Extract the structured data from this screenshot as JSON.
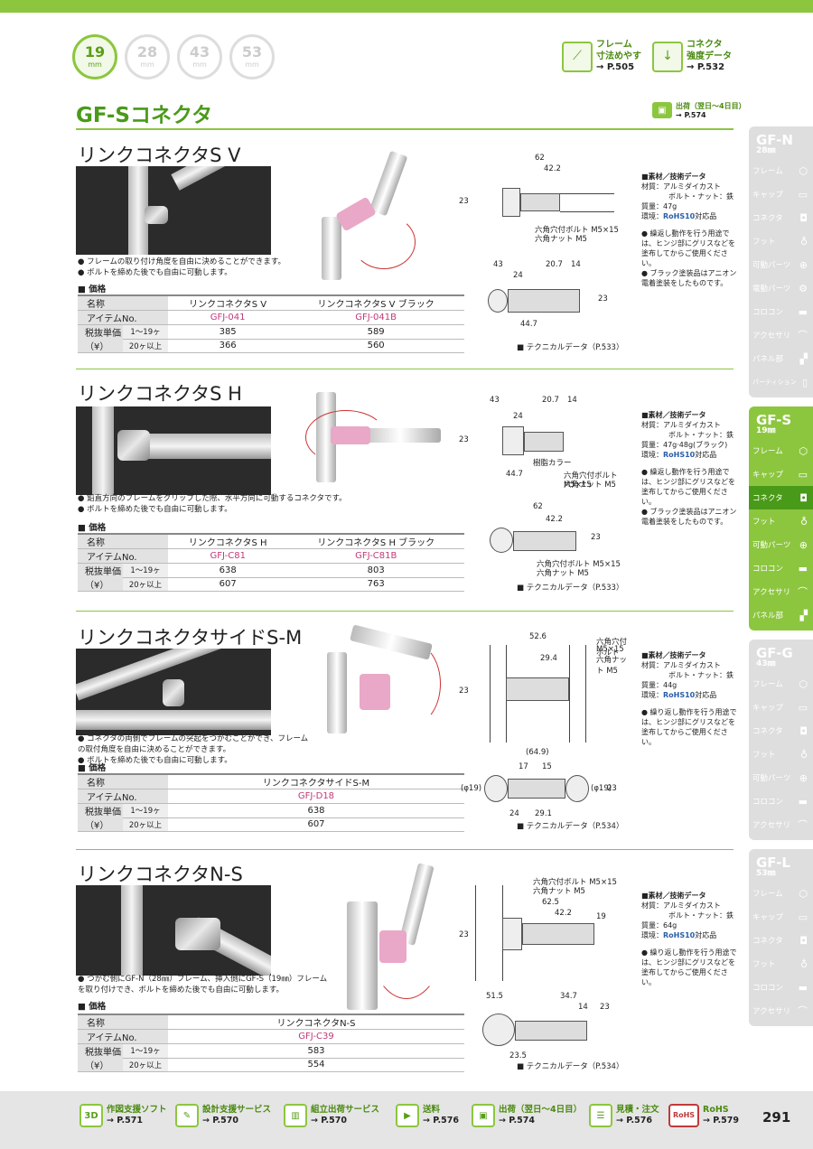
{
  "sizes": [
    {
      "num": "19",
      "unit": "mm"
    },
    {
      "num": "28",
      "unit": "mm"
    },
    {
      "num": "43",
      "unit": "mm"
    },
    {
      "num": "53",
      "unit": "mm"
    }
  ],
  "refs": {
    "frame_cut": {
      "l1": "フレーム",
      "l2": "寸法めやす",
      "page": "→ P.505"
    },
    "strength": {
      "l1": "コネクタ",
      "l2": "強度データ",
      "page": "→ P.532"
    }
  },
  "series_title": "GF-Sコネクタ",
  "ship_top": {
    "label": "出荷（翌日〜4日目）",
    "page": "→ P.574"
  },
  "common": {
    "price_heading": "■ 価格",
    "col_name": "名称",
    "col_item": "アイテムNo.",
    "col_price1": "税抜単価",
    "col_price2": "（¥）",
    "qty1": "1〜19ヶ",
    "qty2": "20ヶ以上",
    "spec_heading": "■素材／技術データ",
    "mat_label": "材質：アルミダイカスト",
    "mat_sub": "ボルト・ナット：鉄",
    "env_label": "環境：",
    "rohs": "RoHS10",
    "rohs_suffix": "対応品",
    "bolt": "六角穴付ボルト M5×15",
    "nut": "六角ナット M5"
  },
  "products": [
    {
      "name": "リンクコネクタS V",
      "features": [
        "フレームの取り付け角度を自由に決めることができます。",
        "ボルトを締めた後でも自由に可動します。"
      ],
      "cols": [
        "リンクコネクタS V",
        "リンクコネクタS V ブラック"
      ],
      "codes": [
        "GFJ-041",
        "GFJ-041B"
      ],
      "p1": [
        "385",
        "589"
      ],
      "p2": [
        "366",
        "560"
      ],
      "weight": "質量：47g",
      "notes": [
        "繰返し動作を行う用途では、ヒンジ部にグリスなどを塗布してからご使用ください。",
        "ブラック塗装品はアニオン電着塗装をしたものです。"
      ],
      "tech": "■ テクニカルデータ（P.533）",
      "dims": {
        "a": "62",
        "b": "42.2",
        "c": "23",
        "d": "43",
        "e": "24",
        "f": "20.7",
        "g": "14",
        "h": "44.7",
        "i": "23"
      }
    },
    {
      "name": "リンクコネクタS H",
      "features": [
        "鉛直方向のフレームをグリップした際、水平方向に可動するコネクタです。",
        "ボルトを締めた後でも自由に可動します。"
      ],
      "cols": [
        "リンクコネクタS H",
        "リンクコネクタS H ブラック"
      ],
      "codes": [
        "GFJ-C81",
        "GFJ-C81B"
      ],
      "p1": [
        "638",
        "803"
      ],
      "p2": [
        "607",
        "763"
      ],
      "weight": "質量：47g·48g(ブラック)",
      "notes": [
        "繰返し動作を行う用途では、ヒンジ部にグリスなどを塗布してからご使用ください。",
        "ブラック塗装品はアニオン電着塗装をしたものです。"
      ],
      "tech": "■ テクニカルデータ（P.533）",
      "collar": "樹脂カラー",
      "dims": {
        "a": "43",
        "b": "20.7",
        "c": "14",
        "d": "24",
        "e": "23",
        "f": "44.7",
        "g": "62",
        "h": "42.2",
        "i": "23"
      }
    },
    {
      "name": "リンクコネクタサイドS-M",
      "features": [
        "コネクタの両側でフレームの突起をつかむことができ、フレームの取付角度を自由に決めることができます。",
        "ボルトを締めた後でも自由に可動します。"
      ],
      "cols": [
        "リンクコネクタサイドS-M"
      ],
      "codes": [
        "GFJ-D18"
      ],
      "p1": [
        "638"
      ],
      "p2": [
        "607"
      ],
      "weight": "質量：44g",
      "notes": [
        "繰り返し動作を行う用途では、ヒンジ部にグリスなどを塗布してからご使用ください。"
      ],
      "tech": "■ テクニカルデータ（P.534）",
      "bolt_short1": "六角穴付ボルト",
      "bolt_short2": "M5×15",
      "nut_short": "六角ナット M5",
      "dims": {
        "a": "52.6",
        "b": "29.4",
        "c": "23",
        "d": "(64.9)",
        "e": "17",
        "f": "15",
        "g": "(φ19)",
        "h": "(φ19)",
        "i": "23",
        "j": "24",
        "k": "29.1"
      }
    },
    {
      "name": "リンクコネクタN-S",
      "features": [
        "つかむ側にGF-N（28㎜）フレーム、挿入側にGF-S（19㎜）フレームを取り付けでき、ボルトを締めた後でも自由に可動します。"
      ],
      "cols": [
        "リンクコネクタN-S"
      ],
      "codes": [
        "GFJ-C39"
      ],
      "p1": [
        "583"
      ],
      "p2": [
        "554"
      ],
      "weight": "質量：64g",
      "notes": [
        "繰り返し動作を行う用途では、ヒンジ部にグリスなどを塗布してからご使用ください。"
      ],
      "tech": "■ テクニカルデータ（P.534）",
      "dims": {
        "a": "62.5",
        "b": "42.2",
        "c": "19",
        "d": "23",
        "e": "51.5",
        "f": "34.7",
        "g": "14",
        "h": "23",
        "i": "23.5"
      }
    }
  ],
  "sidebar": [
    {
      "head": "GF-N",
      "mm": "28㎜",
      "active": false,
      "items": [
        "フレーム",
        "キャップ",
        "コネクタ",
        "フット",
        "可動パーツ",
        "電動パーツ",
        "コロコン",
        "アクセサリ",
        "パネル部",
        "パーティション"
      ]
    },
    {
      "head": "GF-S",
      "mm": "19㎜",
      "active": true,
      "items": [
        "フレーム",
        "キャップ",
        "コネクタ",
        "フット",
        "可動パーツ",
        "コロコン",
        "アクセサリ",
        "パネル部"
      ]
    },
    {
      "head": "GF-G",
      "mm": "43㎜",
      "active": false,
      "items": [
        "フレーム",
        "キャップ",
        "コネクタ",
        "フット",
        "可動パーツ",
        "コロコン",
        "アクセサリ"
      ]
    },
    {
      "head": "GF-L",
      "mm": "53㎜",
      "active": false,
      "items": [
        "フレーム",
        "キャップ",
        "コネクタ",
        "フット",
        "コロコン",
        "アクセサリ"
      ]
    }
  ],
  "bottom": [
    {
      "icon": "3D",
      "label": "作図支援ソフト",
      "page": "→ P.571"
    },
    {
      "icon": "✎",
      "label": "設計支援サービス",
      "page": "→ P.570"
    },
    {
      "icon": "▥",
      "label": "組立出荷サービス",
      "page": "→ P.570"
    },
    {
      "icon": "▶",
      "label": "送料",
      "page": "→ P.576"
    },
    {
      "icon": "▣",
      "label": "出荷（翌日〜4日目）",
      "page": "→ P.574"
    },
    {
      "icon": "☰",
      "label": "見積・注文",
      "page": "→ P.576"
    },
    {
      "icon": "RoHS",
      "label": "RoHS",
      "page": "→ P.579"
    }
  ],
  "page_number": "291"
}
